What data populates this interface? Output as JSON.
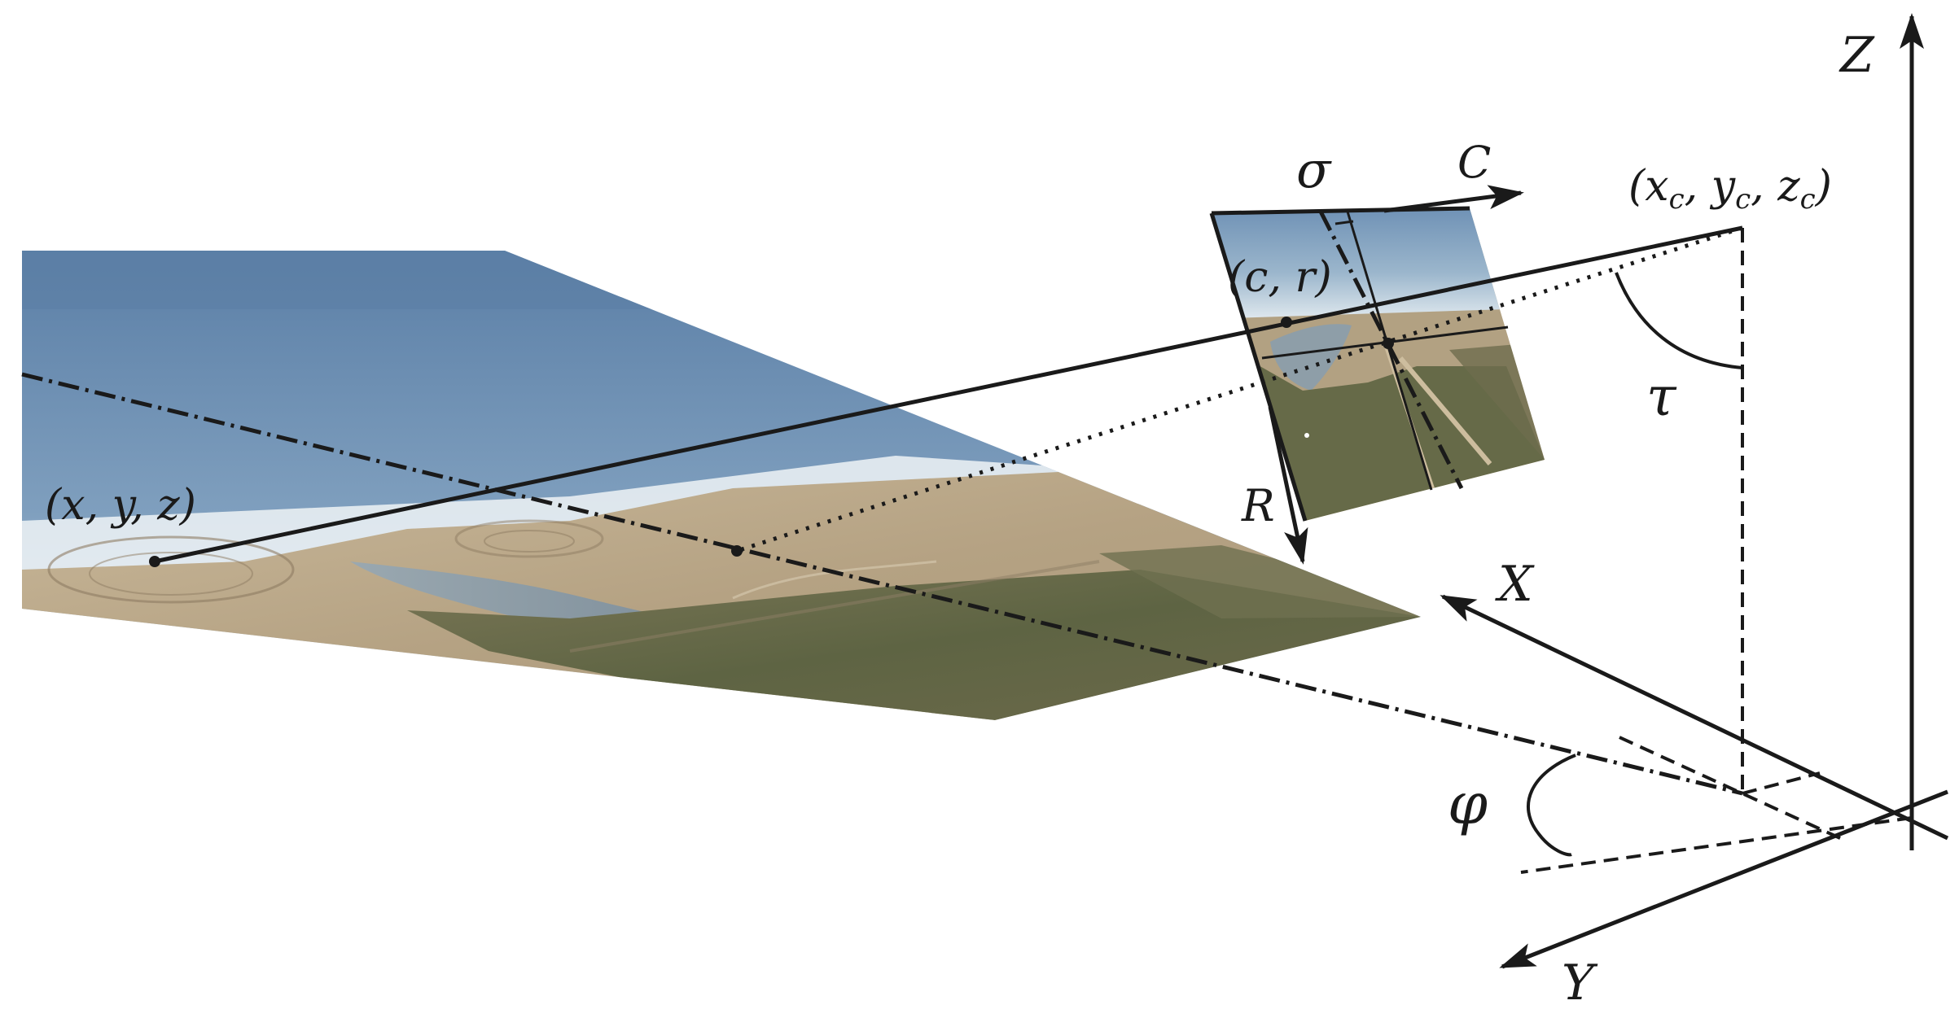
{
  "colors": {
    "ink": "#1a1a1a",
    "water_deep": "#5d7fa3",
    "water_light": "#8fb0cc",
    "surf": "#e8eef2",
    "sand": "#b9a88b",
    "sand_dark": "#9a8a70",
    "vegetation": "#5e6443",
    "lagoon": "#8a9aa6"
  },
  "labels": {
    "world_point": "(x, y, z)",
    "image_point": "(c, r)",
    "camera_center": "(x",
    "camera_center_sub_x": "c",
    "camera_center_sep1": ", y",
    "camera_center_sub_y": "c",
    "camera_center_sep2": ", z",
    "camera_center_sub_z": "c",
    "camera_center_close": ")",
    "axis_x": "X",
    "axis_y": "Y",
    "axis_z": "Z",
    "image_col": "C",
    "image_row": "R",
    "angle_sigma": "σ",
    "angle_tau": "τ",
    "angle_phi": "φ"
  },
  "icons": {
    "ground_image": "coastal-ground-photo",
    "camera_image": "coastal-camera-photo"
  }
}
